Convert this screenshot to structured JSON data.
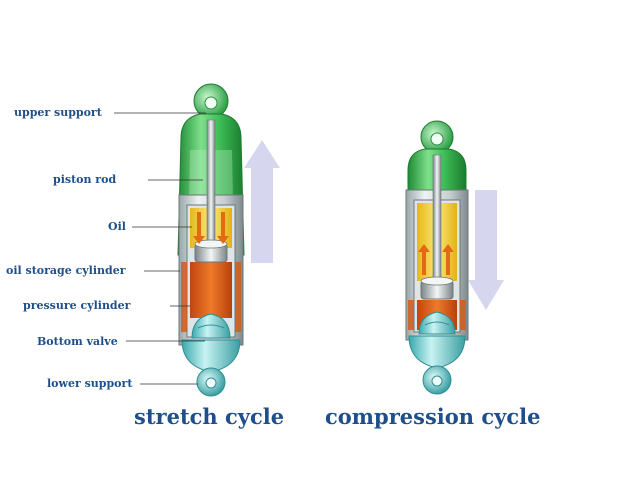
{
  "labels": {
    "upper_support": "upper support",
    "piston_rod": "piston rod",
    "oil": "Oil",
    "oil_storage_cylinder": "oil storage cylinder",
    "pressure_cylinder": "pressure cylinder",
    "bottom_valve": "Bottom valve",
    "lower_support": "lower support"
  },
  "captions": {
    "stretch": "stretch cycle",
    "compression": "compression cycle"
  },
  "colors": {
    "label_text": "#1f4f8a",
    "support_green": "#3fbf5a",
    "oil_yellow": "#f2d23a",
    "pressure_orange": "#e0621c",
    "valve_cyan": "#79d6d6",
    "arrow_lavender": "#d4d4ec"
  },
  "icons": {
    "direction_stretch": "up-arrow-icon",
    "direction_compression": "down-arrow-icon"
  }
}
